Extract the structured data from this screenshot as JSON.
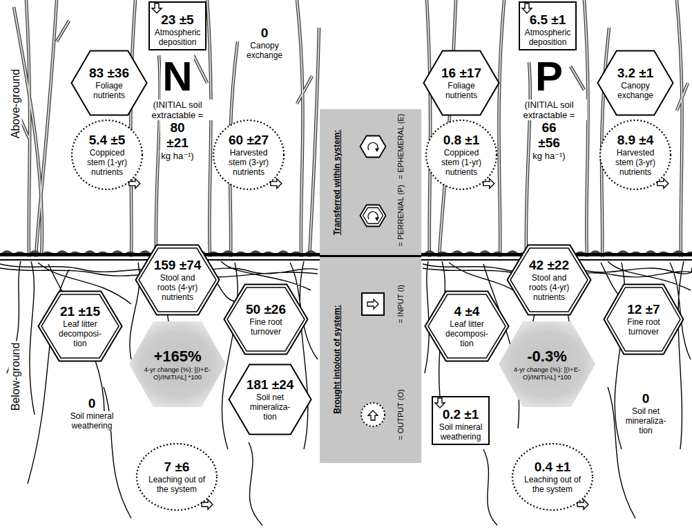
{
  "diagram": {
    "nodes": [
      {
        "text": [
          "23 ±5",
          "Atmospheric deposition"
        ]
      },
      {
        "text": [
          "83 ±36",
          "Foliage nutrients"
        ]
      },
      {
        "text": [
          "5.4 ±5",
          "Coppiced stem (1-yr) nutrients"
        ]
      },
      {
        "text": [
          "60 ±27",
          "Harvested stem (3-yr) nutrients"
        ]
      },
      {
        "text": [
          "159 ±74",
          "Stool and roots (4-yr) nutrients"
        ]
      },
      {
        "text": [
          "21 ±15",
          "Leaf litter decomposi- tion"
        ]
      },
      {
        "text": [
          "50 ±26",
          "Fine root turnover"
        ]
      },
      {
        "text": [
          "+165%",
          "4-yr change (%): [(I+E-O)/INITIAL] *100"
        ]
      },
      {
        "text": [
          "181 ±24",
          "Soil net mineraliza- tion"
        ]
      },
      {
        "text": [
          "7 ±6",
          "Leaching out of the system"
        ]
      },
      {
        "text": [
          "6.5 ±1",
          "Atmospheric deposition"
        ]
      },
      {
        "text": [
          "16 ±17",
          "Foliage nutrients"
        ]
      },
      {
        "text": [
          "3.2 ±1",
          "Canopy exchange"
        ]
      },
      {
        "text": [
          "0.8 ±1",
          "Coppiced stem (1-yr) nutrients"
        ]
      },
      {
        "text": [
          "8.9 ±4",
          "Harvested stem (3-yr) nutrients"
        ]
      },
      {
        "text": [
          "42 ±22",
          "Stool and roots (4-yr) nutrients"
        ]
      },
      {
        "text": [
          "4 ±4",
          "Leaf litter decomposi- tion"
        ]
      },
      {
        "text": [
          "12 ±7",
          "Fine root turnover"
        ]
      },
      {
        "text": [
          "-0.3%",
          "4-yr change (%): [(I+E-O)/INITIAL] *100"
        ]
      },
      {
        "text": [
          "0.2 ±1",
          "Soil mineral weathering"
        ]
      },
      {
        "text": [
          "0.4 ±1",
          "Leaching out of the system"
        ]
      }
    ],
    "labels": [
      "Above-ground",
      "Below-ground",
      "N",
      "(INITIAL soil extractable =",
      "80 ±21",
      "kg ha⁻¹)",
      "0",
      "Canopy exchange",
      "0",
      "Soil mineral weathering",
      "Transferred within system:",
      "Brought into/out of system:",
      "P",
      "(INITIAL soil extractable =",
      "66 ±56",
      "kg ha⁻¹)",
      "0",
      "Soil net mineraliza- tion"
    ],
    "legend": [
      {
        "text": "= EPHEMERAL (E)"
      },
      {
        "text": "= PERRENIAL (P)"
      },
      {
        "text": "= INPUT (I)"
      },
      {
        "text": "= OUTPUT (O)"
      }
    ]
  }
}
